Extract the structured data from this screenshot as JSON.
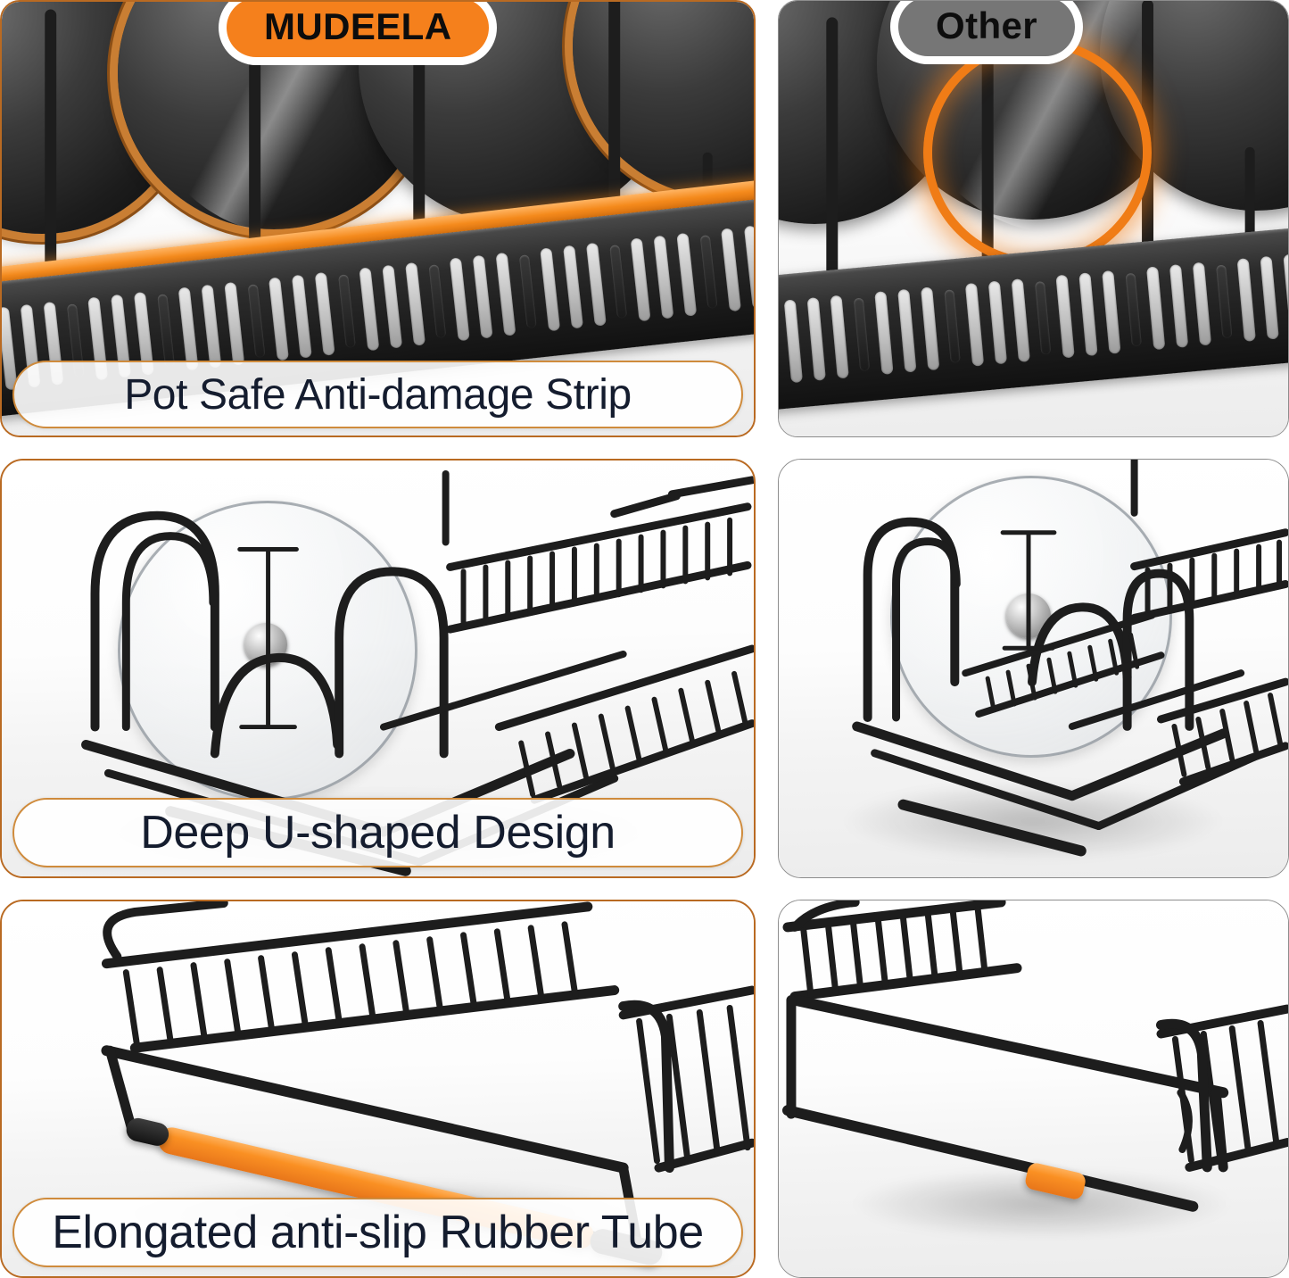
{
  "layout": {
    "columns": [
      "MUDEELA",
      "Other"
    ],
    "rows": 3,
    "accent_orange": "#f5801c",
    "badge_other_gray": "#767676",
    "caption_border": "#cf8b3c",
    "caption_text_color": "#141c2e",
    "panel_border_brand": "#b96a22",
    "panel_border_other": "#8d8d8d",
    "background": "#ffffff"
  },
  "badges": {
    "brand": "MUDEELA",
    "other": "Other"
  },
  "panels": {
    "row1": {
      "brand": {
        "badge": "MUDEELA",
        "caption": "Pot Safe Anti-damage Strip",
        "features": [
          "orange-anti-damage-strip",
          "pot-rack-rail",
          "copper-rimmed-pans"
        ]
      },
      "other": {
        "badge": "Other",
        "caption": "",
        "features": [
          "scratch-highlight-ring",
          "pot-rack-rail",
          "bare-metal-edge"
        ]
      }
    },
    "row2": {
      "brand": {
        "caption": "Deep U-shaped Design",
        "features": [
          "deep-u-shaped-wire-divider",
          "glass-lid",
          "height-indicator-arrow"
        ]
      },
      "other": {
        "caption": "",
        "features": [
          "shallow-wire-divider",
          "glass-lid",
          "height-indicator-arrow"
        ]
      }
    },
    "row3": {
      "brand": {
        "caption": "Elongated anti-slip Rubber Tube",
        "features": [
          "long-orange-rubber-tube",
          "rack-frame"
        ]
      },
      "other": {
        "caption": "",
        "features": [
          "short-orange-rubber-sleeve",
          "rack-frame"
        ]
      }
    }
  }
}
